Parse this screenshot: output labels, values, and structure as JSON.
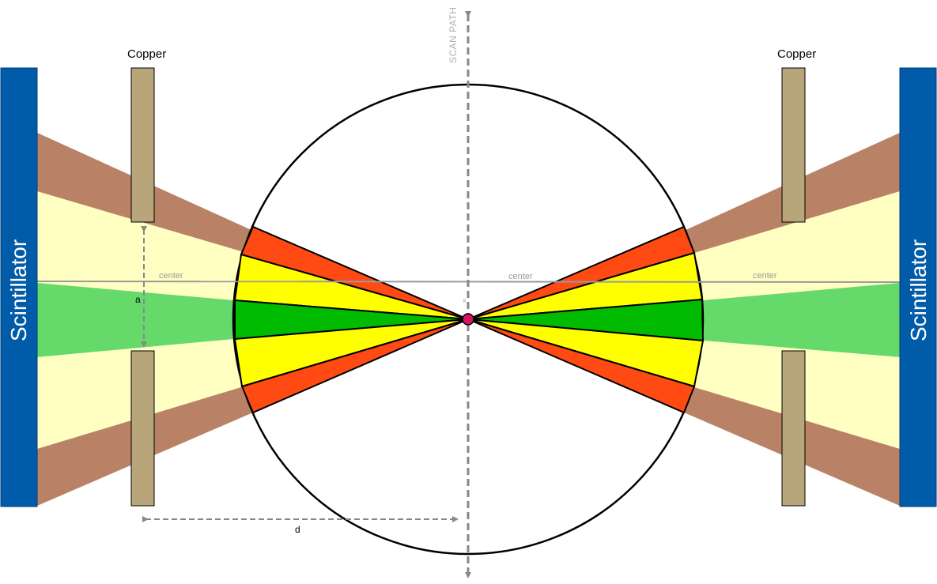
{
  "labels": {
    "copper_left": "Copper",
    "copper_right": "Copper",
    "scintillator_left": "Scintillator",
    "scintillator_right": "Scintillator",
    "center_left": "center",
    "center_middle": "center",
    "center_right": "center",
    "dimension_a": "a",
    "dimension_d": "d",
    "scan_path": "SCAN PATH",
    "source_marker": "x"
  },
  "colors": {
    "scintillator": "#005ba8",
    "copper": "#b8a67a",
    "outer_beam": "#b98266",
    "inner_beam": "#ffffc2",
    "central_beam": "#66d96b",
    "fan_outer": "#ff4a14",
    "fan_middle": "#ffff00",
    "fan_central": "#00bb00",
    "source": "#d6155b",
    "dashed": "#888888",
    "center_line": "#9a9a9a"
  }
}
